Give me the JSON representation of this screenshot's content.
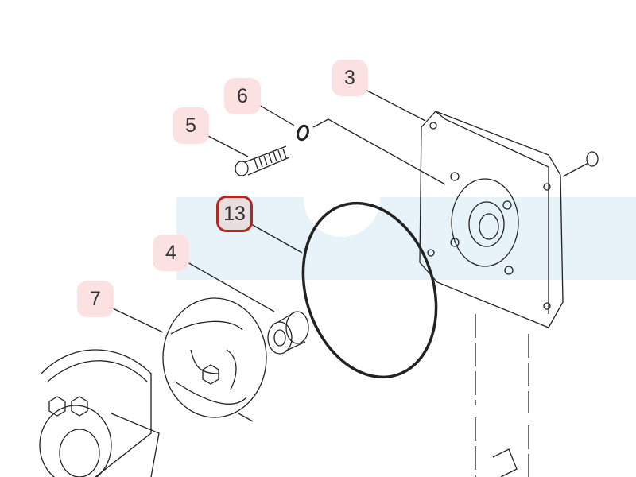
{
  "diagram": {
    "type": "exploded parts diagram",
    "callouts": [
      {
        "label": "3",
        "selected": false
      },
      {
        "label": "6",
        "selected": false
      },
      {
        "label": "5",
        "selected": false
      },
      {
        "label": "13",
        "selected": true
      },
      {
        "label": "4",
        "selected": false
      },
      {
        "label": "7",
        "selected": false
      }
    ],
    "colors": {
      "callout_bg": "#fbe1e1",
      "selected_border": "#b5261e",
      "watermark": "#e6f3f8",
      "line": "#222222"
    }
  }
}
